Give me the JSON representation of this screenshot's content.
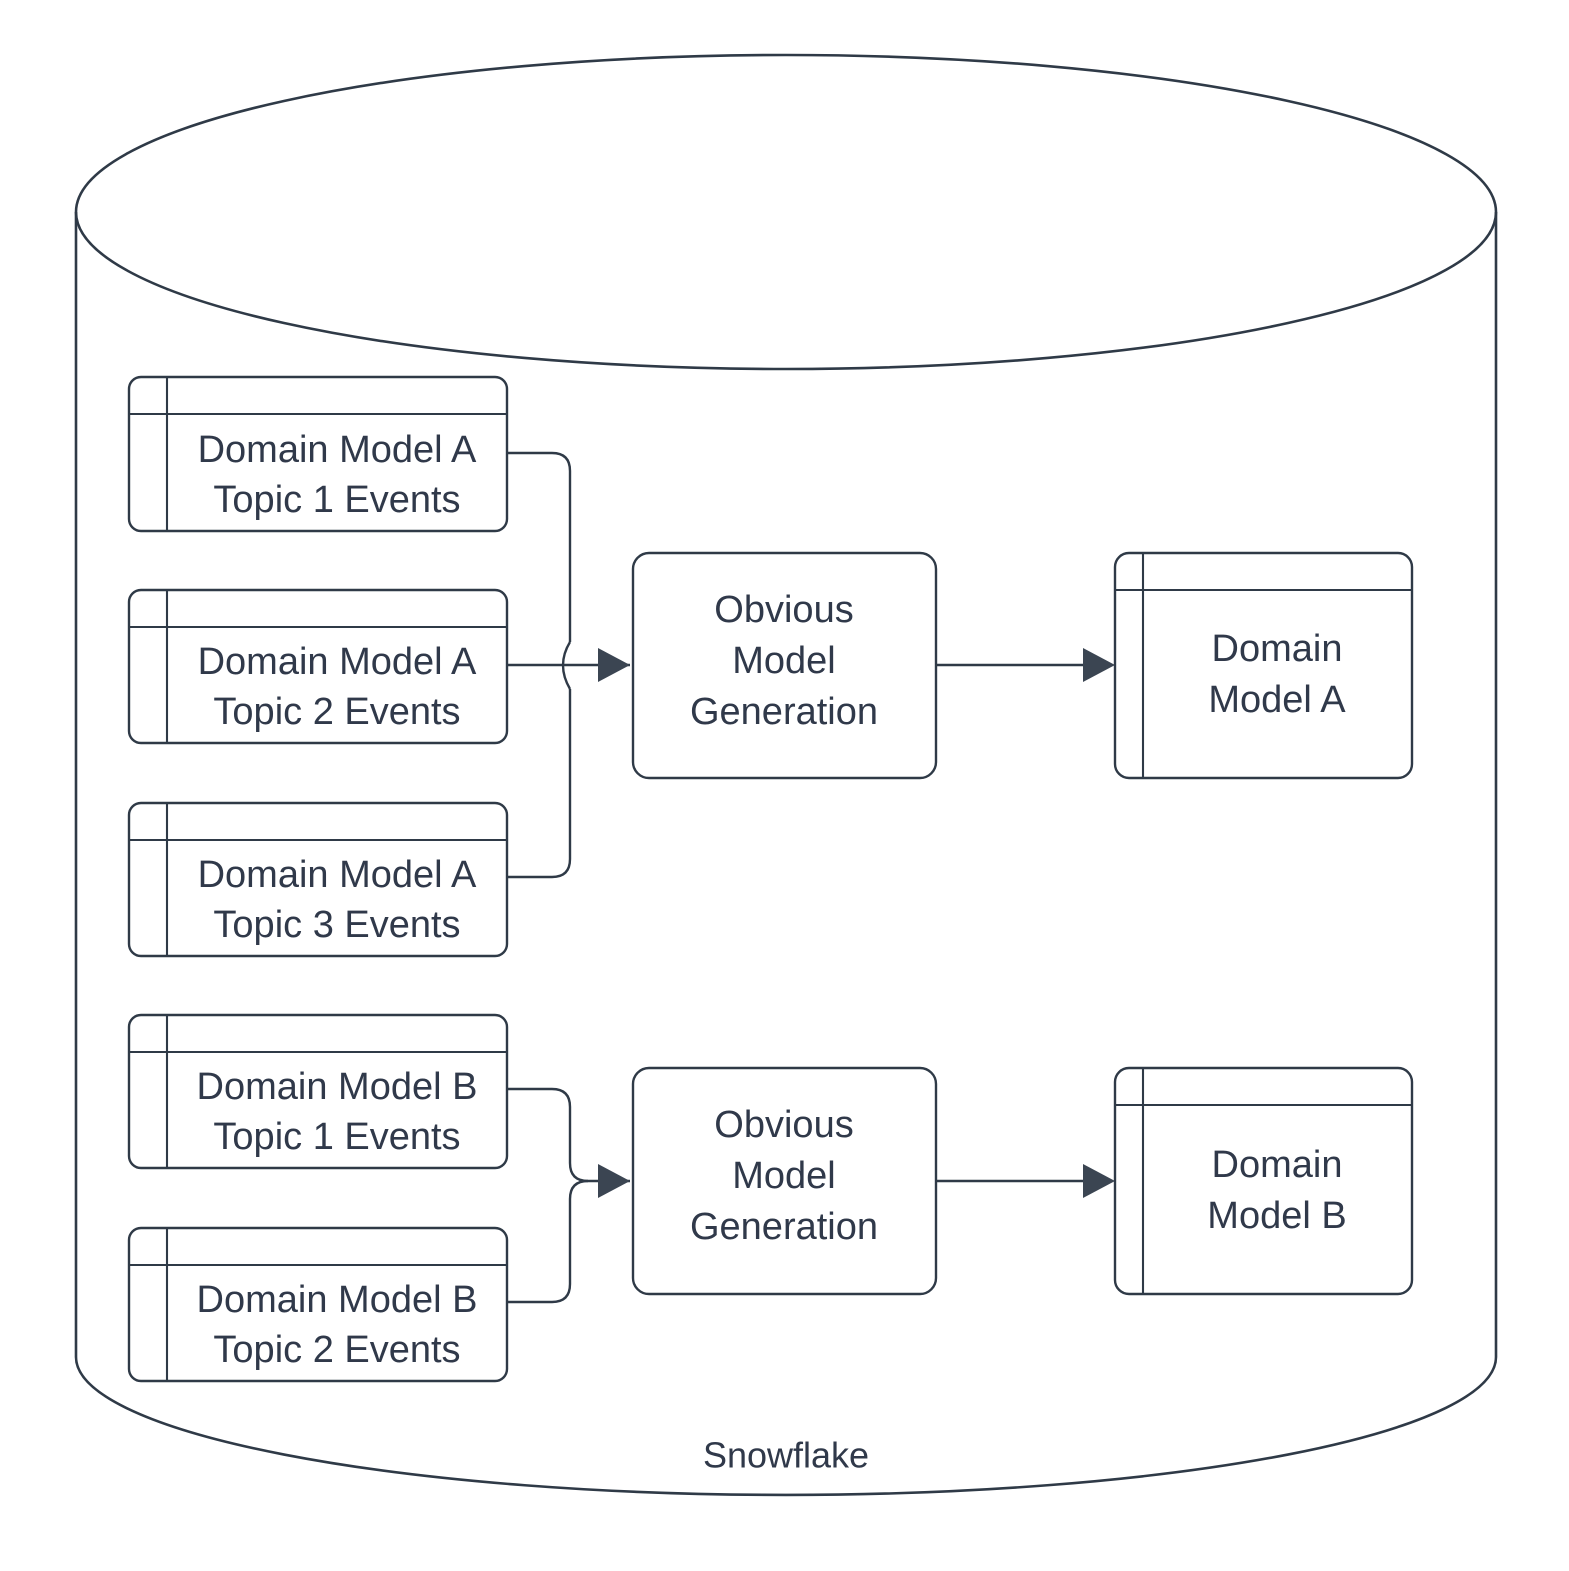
{
  "container": {
    "name": "Snowflake",
    "label": "Snowflake",
    "shape": "cylinder"
  },
  "colors": {
    "stroke": "#2f3a47",
    "text": "#30394a",
    "background": "#ffffff",
    "arrowhead": "#3b4552"
  },
  "groups": [
    {
      "id": "group-a",
      "sources": [
        {
          "id": "src-a1",
          "line1": "Domain Model A",
          "line2": "Topic 1 Events",
          "shape": "table"
        },
        {
          "id": "src-a2",
          "line1": "Domain Model A",
          "line2": "Topic 2 Events",
          "shape": "table"
        },
        {
          "id": "src-a3",
          "line1": "Domain Model A",
          "line2": "Topic 3 Events",
          "shape": "table"
        }
      ],
      "process": {
        "id": "proc-a",
        "line1": "Obvious",
        "line2": "Model",
        "line3": "Generation",
        "shape": "rounded-rect"
      },
      "output": {
        "id": "out-a",
        "line1": "Domain",
        "line2": "Model A",
        "shape": "table"
      }
    },
    {
      "id": "group-b",
      "sources": [
        {
          "id": "src-b1",
          "line1": "Domain Model B",
          "line2": "Topic 1 Events",
          "shape": "table"
        },
        {
          "id": "src-b2",
          "line1": "Domain Model B",
          "line2": "Topic 2 Events",
          "shape": "table"
        }
      ],
      "process": {
        "id": "proc-b",
        "line1": "Obvious",
        "line2": "Model",
        "line3": "Generation",
        "shape": "rounded-rect"
      },
      "output": {
        "id": "out-b",
        "line1": "Domain",
        "line2": "Model B",
        "shape": "table"
      }
    }
  ]
}
